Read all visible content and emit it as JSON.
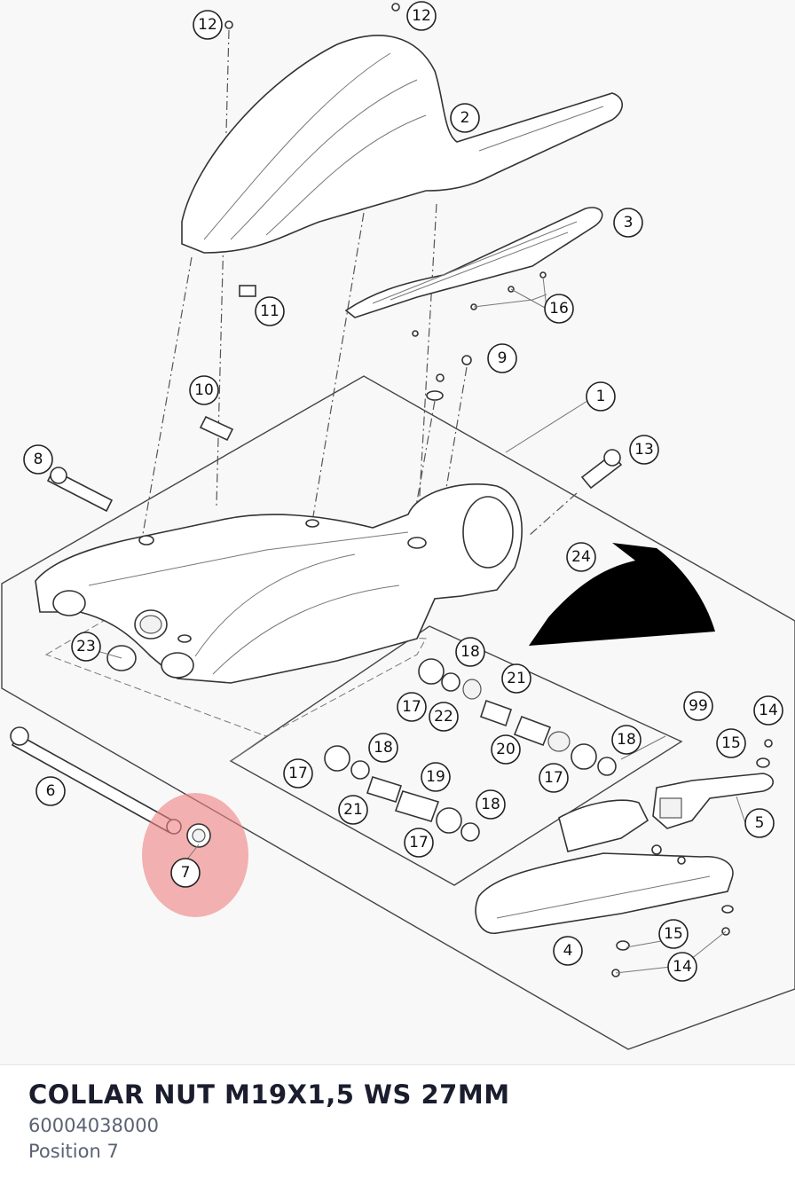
{
  "part": {
    "title": "COLLAR NUT M19X1,5 WS 27MM",
    "number": "60004038000",
    "position": "Position 7"
  },
  "highlight": {
    "position": "7",
    "color": "#f08080"
  },
  "callouts": [
    "12",
    "12",
    "2",
    "3",
    "11",
    "16",
    "9",
    "10",
    "1",
    "8",
    "13",
    "24",
    "23",
    "18",
    "21",
    "17",
    "22",
    "99",
    "14",
    "15",
    "20",
    "18",
    "17",
    "6",
    "17",
    "18",
    "19",
    "5",
    "21",
    "18",
    "17",
    "7",
    "15",
    "4",
    "14"
  ]
}
